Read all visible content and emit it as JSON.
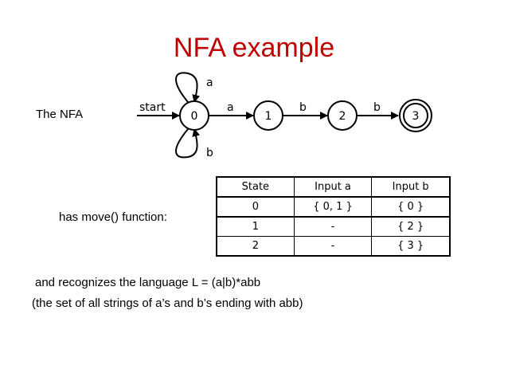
{
  "title": "NFA example",
  "labels": {
    "nfa": "The NFA",
    "move": "has move() function:",
    "language": "and recognizes the language L = (a|b)*abb",
    "set": "(the set of all strings of a’s and b’s ending with abb)"
  },
  "nfa": {
    "start_label": "start",
    "states": [
      "0",
      "1",
      "2",
      "3"
    ],
    "accepting_state": "3",
    "transitions": [
      {
        "from": "0",
        "to": "0",
        "label": "a"
      },
      {
        "from": "0",
        "to": "0",
        "label": "b"
      },
      {
        "from": "0",
        "to": "1",
        "label": "a"
      },
      {
        "from": "1",
        "to": "2",
        "label": "b"
      },
      {
        "from": "2",
        "to": "3",
        "label": "b"
      }
    ]
  },
  "move_table": {
    "headers": [
      "State",
      "Input a",
      "Input b"
    ],
    "rows": [
      [
        "0",
        "{ 0, 1 }",
        "{ 0 }"
      ],
      [
        "1",
        "-",
        "{ 2 }"
      ],
      [
        "2",
        "-",
        "{ 3 }"
      ]
    ]
  }
}
